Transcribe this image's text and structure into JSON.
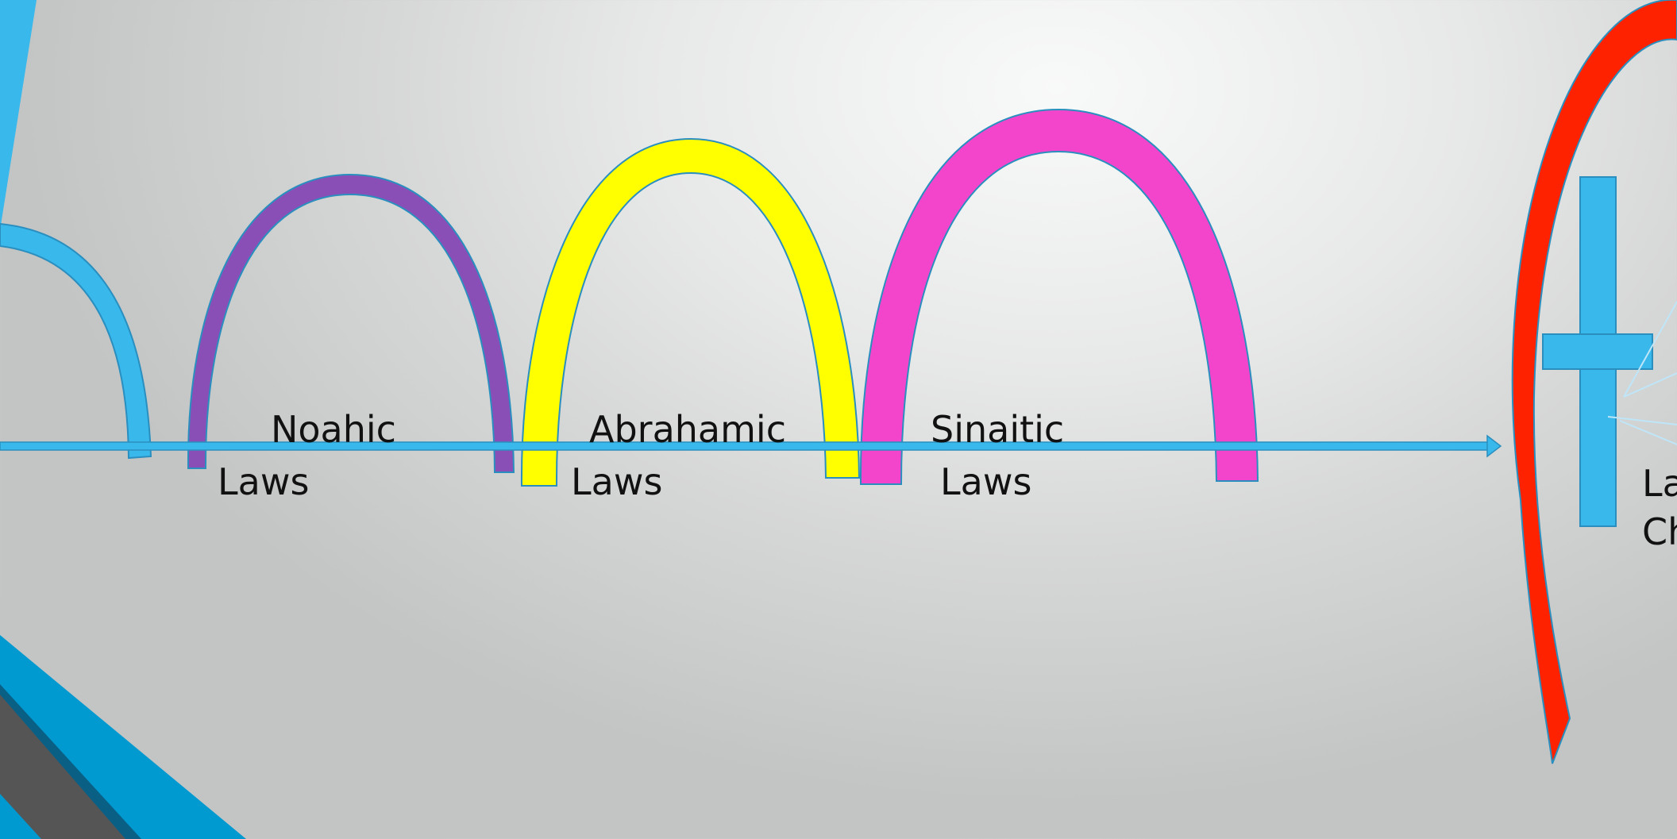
{
  "labels": {
    "noahic_top": "Noahic",
    "noahic_bottom": "Laws",
    "abrahamic_top": "Abrahamic",
    "abrahamic_bottom": "Laws",
    "sinaitic_top": "Sinaitic",
    "sinaitic_bottom": "Laws",
    "christ_top": "La",
    "christ_bottom": "Ch"
  },
  "colors": {
    "timeline": "#39b8ec",
    "outline": "#2a8fbf",
    "arch_left": "#39b8ec",
    "arch_noahic": "#8a4fb6",
    "arch_abrahamic": "#ffff00",
    "arch_sinaitic": "#f245cc",
    "arc_christ": "#ff2200",
    "cross": "#39b8ec",
    "corner_blue": "#0099d0",
    "corner_gray": "#555555"
  }
}
